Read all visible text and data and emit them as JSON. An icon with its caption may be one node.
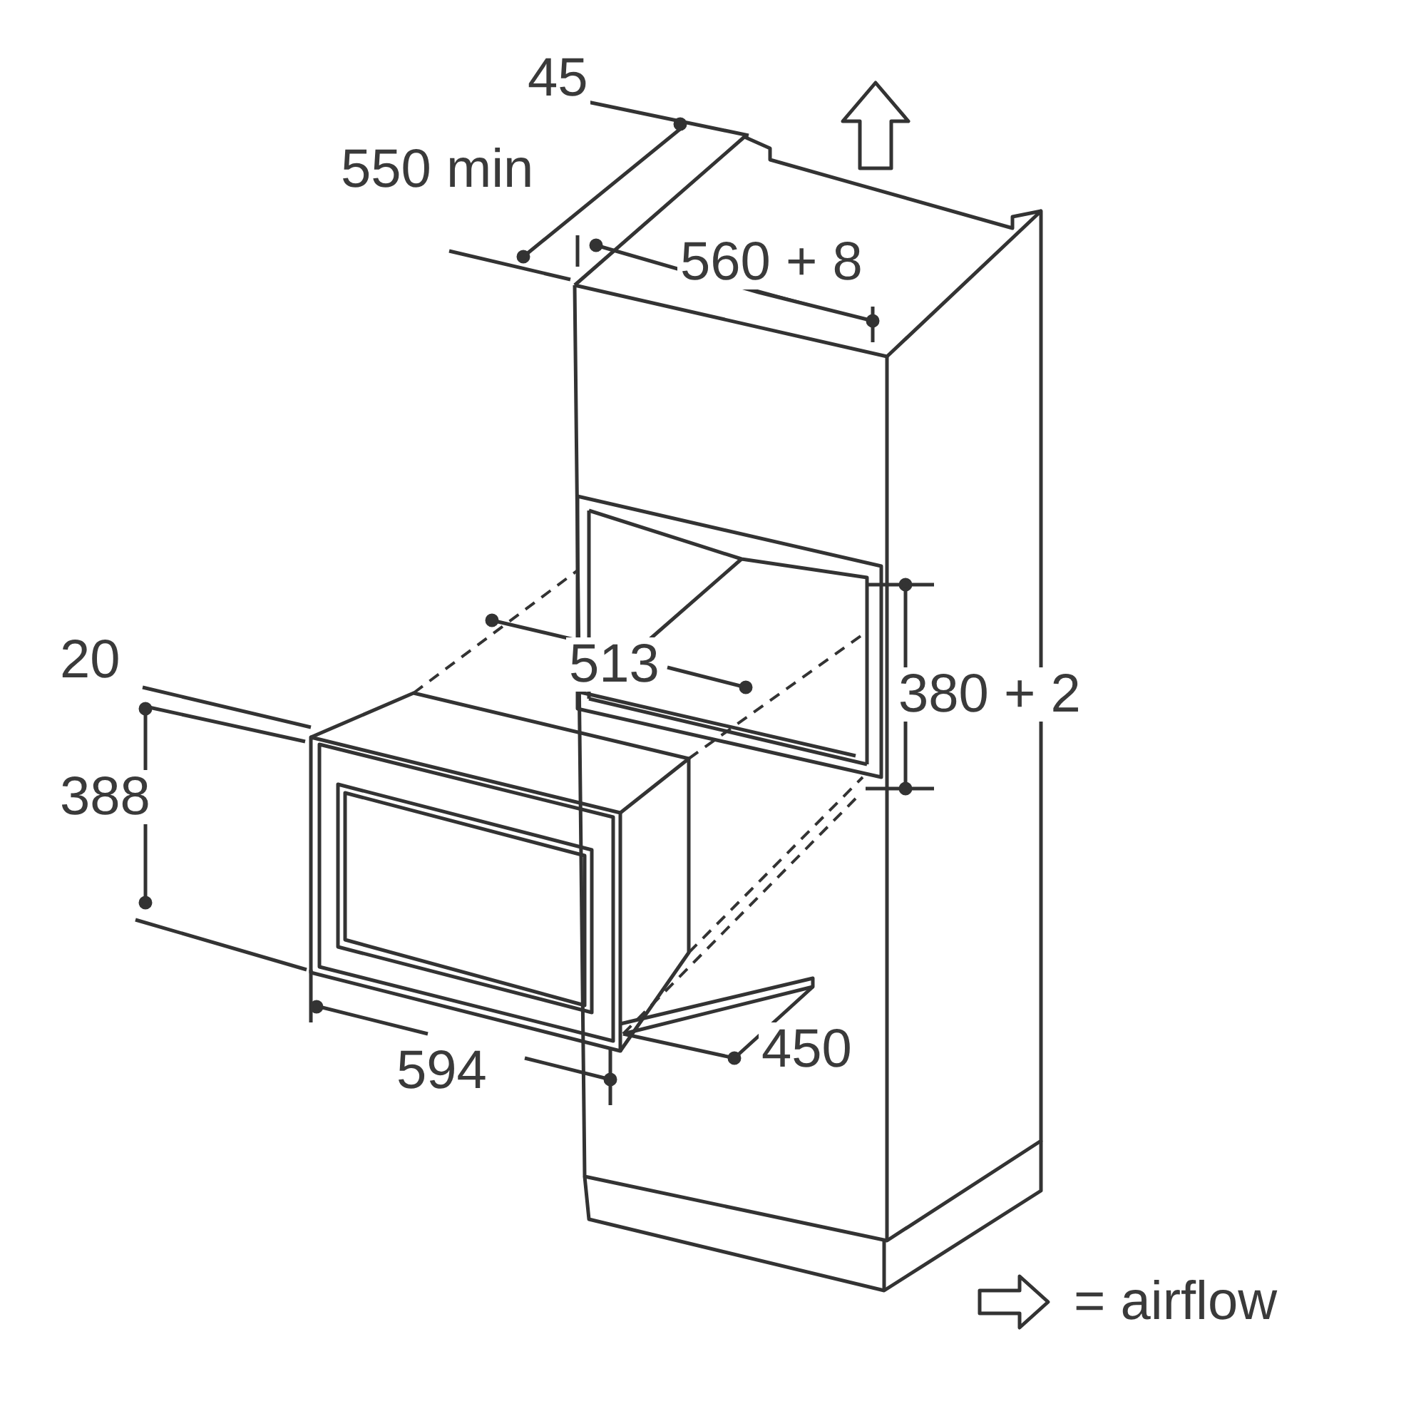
{
  "diagram": {
    "labels": [
      "45",
      "550 min",
      "560 + 8",
      "513",
      "380 + 2",
      "20",
      "388",
      "594",
      "450"
    ],
    "legend": [
      {
        "text": "= airflow"
      }
    ]
  }
}
